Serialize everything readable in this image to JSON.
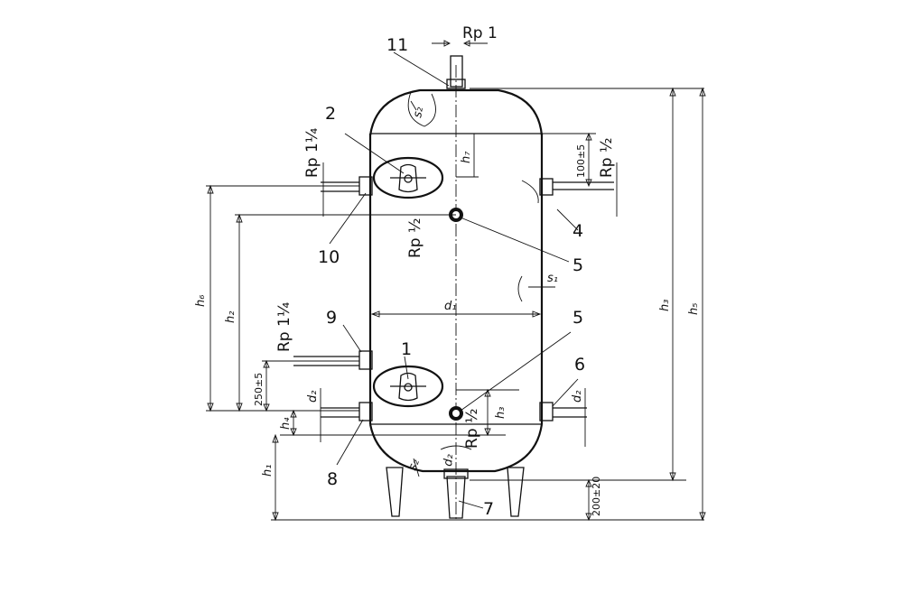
{
  "items": {
    "i1": "1",
    "i2": "2",
    "i4": "4",
    "i5a": "5",
    "i5b": "5",
    "i6": "6",
    "i7": "7",
    "i8": "8",
    "i9": "9",
    "i10": "10",
    "i11": "11"
  },
  "threads": {
    "rp1": "Rp 1",
    "rp114_top": "Rp 1¼",
    "rp114_bottom": "Rp 1¼",
    "rp12_center": "Rp ½",
    "rp12_right": "Rp ½",
    "rp12_bottom": "Rp ½"
  },
  "dims": {
    "h1": "h₁",
    "h2": "h₂",
    "h3": "h₃",
    "h4": "h₄",
    "h5": "h₅",
    "h6": "h₆",
    "h7": "h₇",
    "d1": "d₁",
    "d2_left": "d₂",
    "d2_right": "d₂",
    "d2_bottom": "d₂",
    "s1": "s₁",
    "s2": "s₂",
    "s2_top": "s₂",
    "t100": "100±5",
    "t250": "250±5",
    "t200": "200±20"
  }
}
